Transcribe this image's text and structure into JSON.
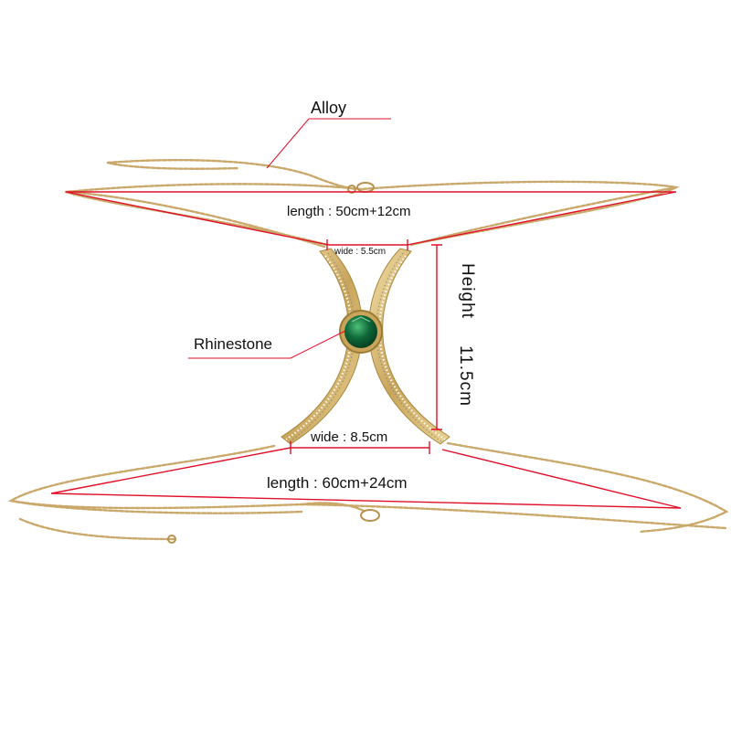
{
  "labels": {
    "alloy": "Alloy",
    "rhinestone": "Rhinestone",
    "length_top": "length : 50cm+12cm",
    "wide_top": "wide : 5.5cm",
    "height": "Height",
    "height_value": "11.5cm",
    "wide_bottom": "wide : 8.5cm",
    "length_bottom": "length : 60cm+24cm"
  },
  "colors": {
    "background": "#ffffff",
    "chain_gold": "#c9a86a",
    "metal_gold": "#d8bf7a",
    "rhinestone_green": "#0f6a3a",
    "measure_red": "#e0102a",
    "text": "#111111"
  }
}
